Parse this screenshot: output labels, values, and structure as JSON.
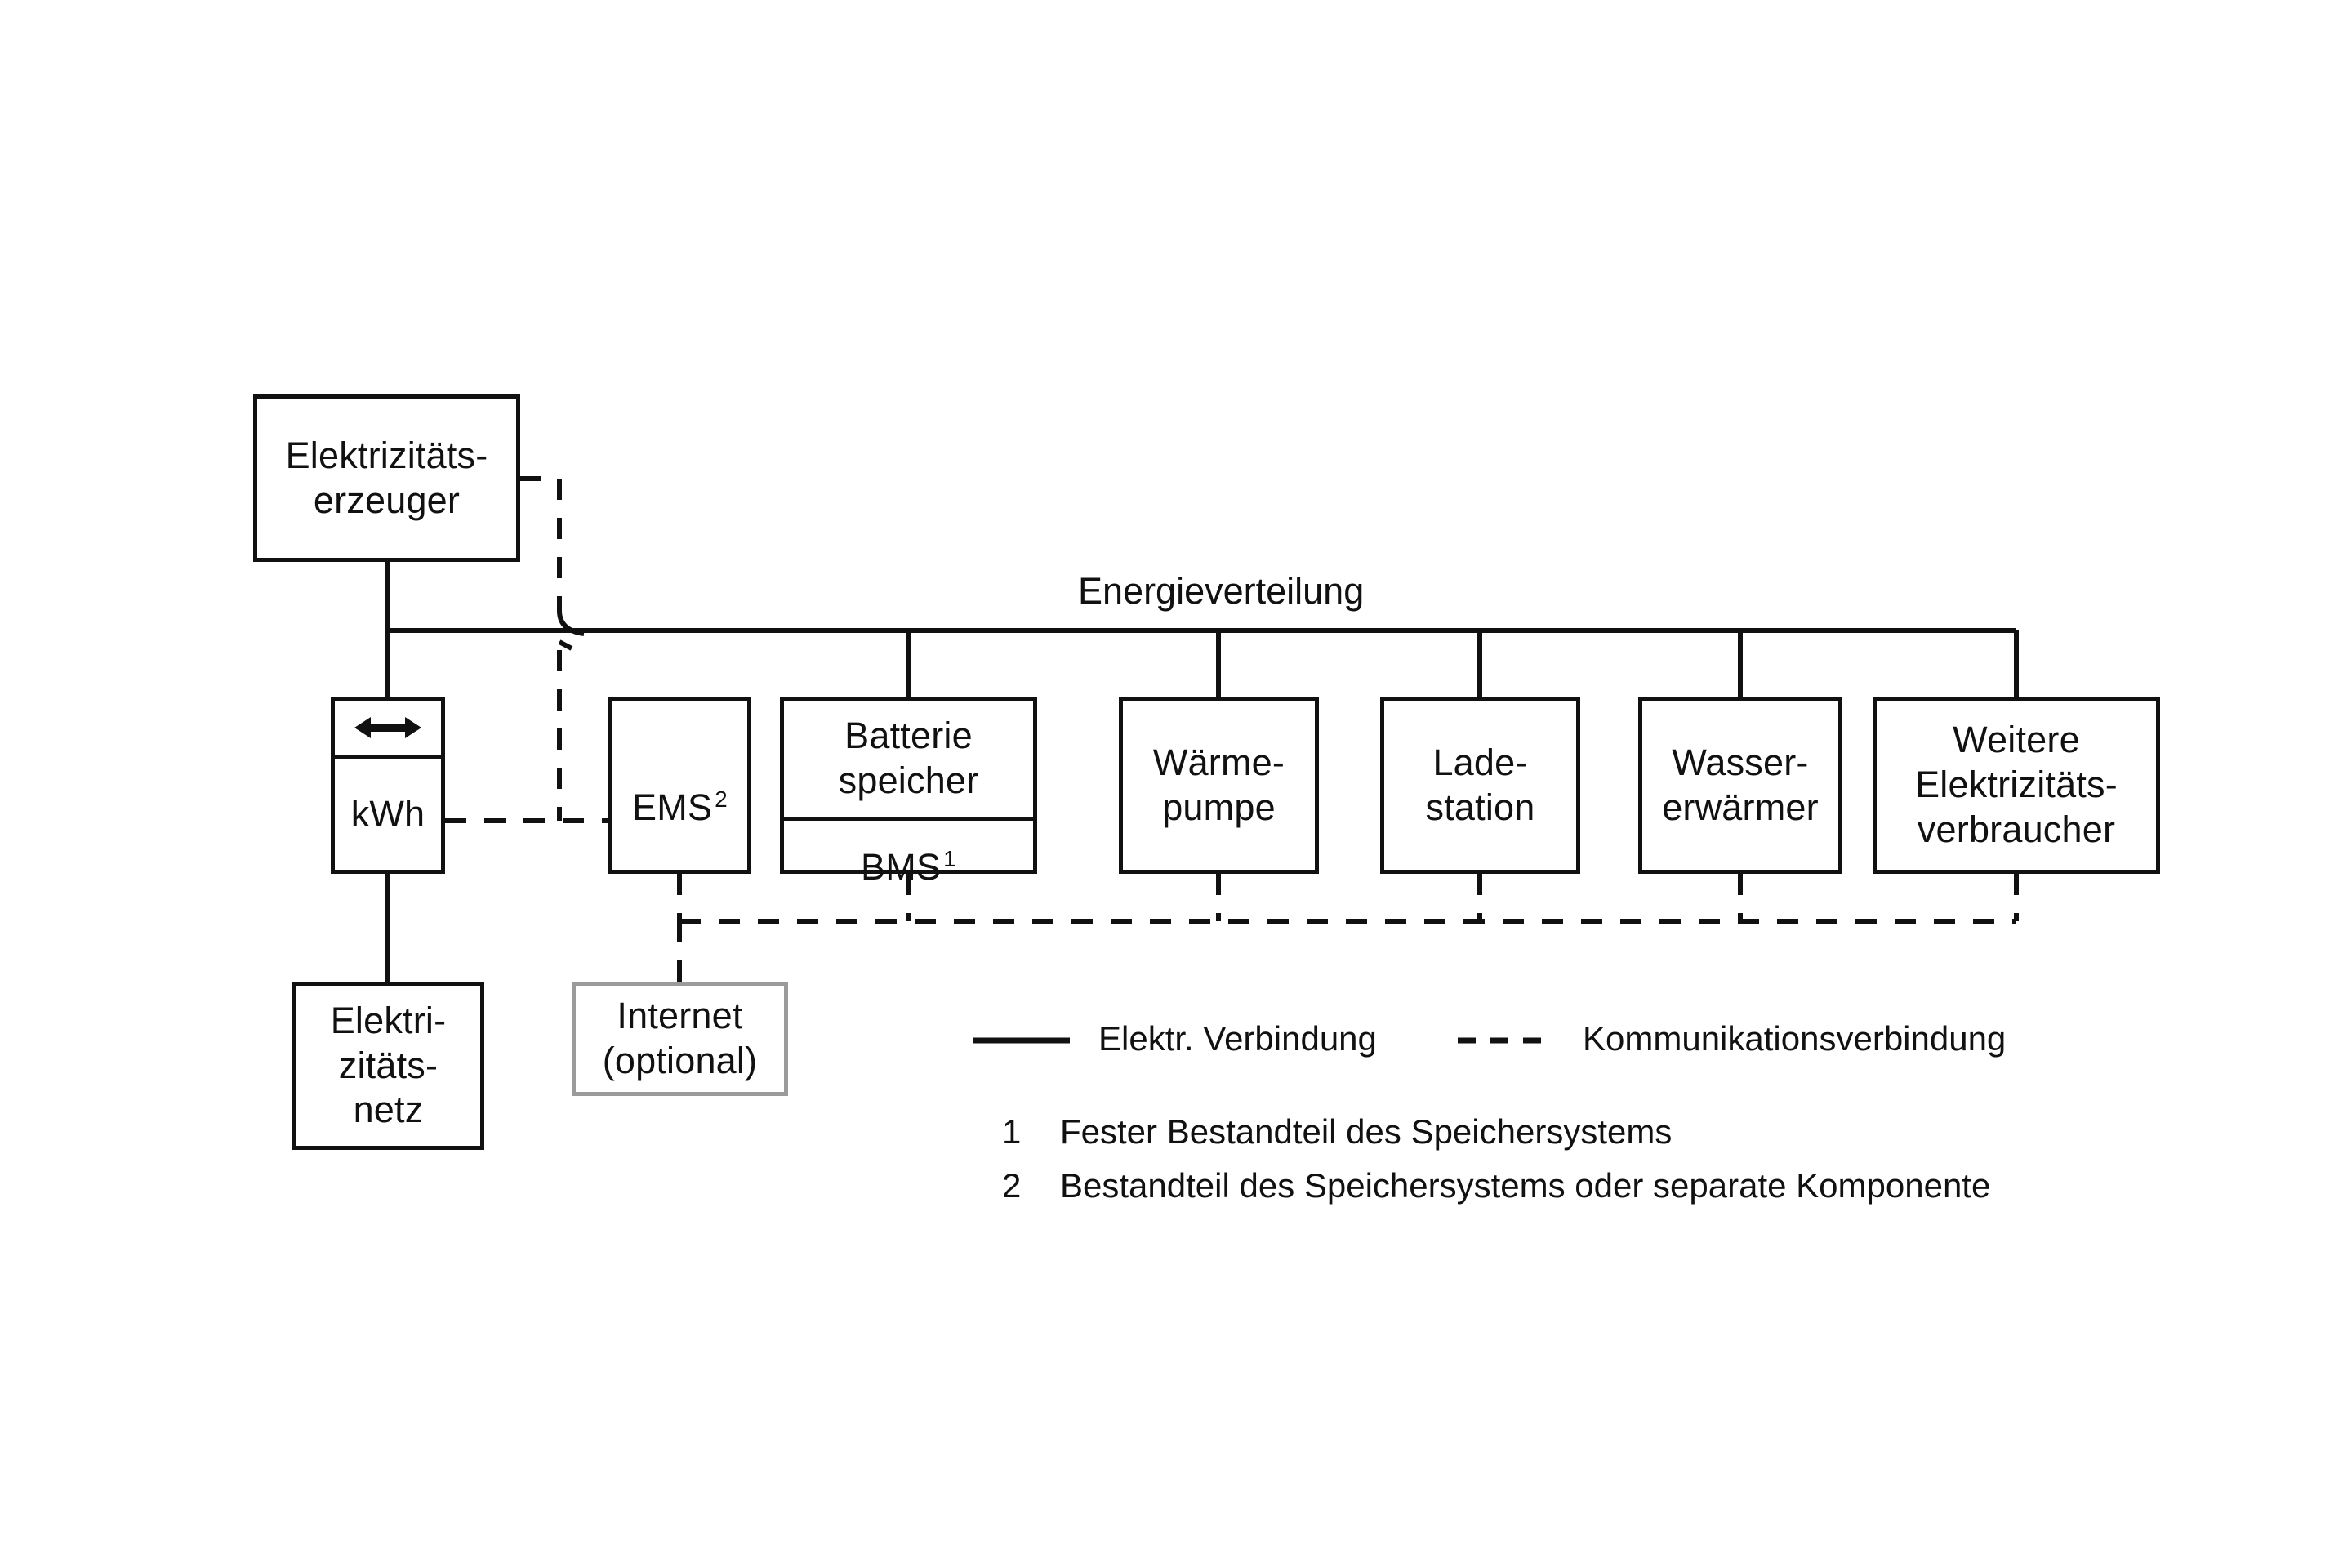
{
  "diagram": {
    "title_label": "Energieverteilung",
    "nodes": {
      "generator": {
        "label": "Elektrizitäts-\nerzeuger"
      },
      "meter": {
        "arrow_icon": "bidirectional-arrow-icon",
        "label": "kWh"
      },
      "grid": {
        "label": "Elektri-\nzitäts-\nnetz"
      },
      "ems": {
        "label": "EMS",
        "footnote": "2"
      },
      "battery": {
        "label": "Batterie\nspeicher",
        "bms_label": "BMS",
        "bms_footnote": "1"
      },
      "heatpump": {
        "label": "Wärme-\npumpe"
      },
      "charger": {
        "label": "Lade-\nstation"
      },
      "waterheater": {
        "label": "Wasser-\nerwärmer"
      },
      "otherloads": {
        "label": "Weitere\nElektrizitäts-\nverbraucher"
      },
      "internet": {
        "label": "Internet\n(optional)"
      }
    },
    "legend": {
      "electrical": {
        "label": "Elektr. Verbindung",
        "style": "solid"
      },
      "communication": {
        "label": "Kommunikationsverbindung",
        "style": "dashed"
      }
    },
    "footnotes": [
      {
        "num": "1",
        "text": "Fester Bestandteil des Speichersystems"
      },
      {
        "num": "2",
        "text": "Bestandteil des Speichersystems oder separate Komponente"
      }
    ],
    "colors": {
      "line": "#111111",
      "optional_border": "#9b9b9b",
      "background": "#ffffff"
    }
  }
}
